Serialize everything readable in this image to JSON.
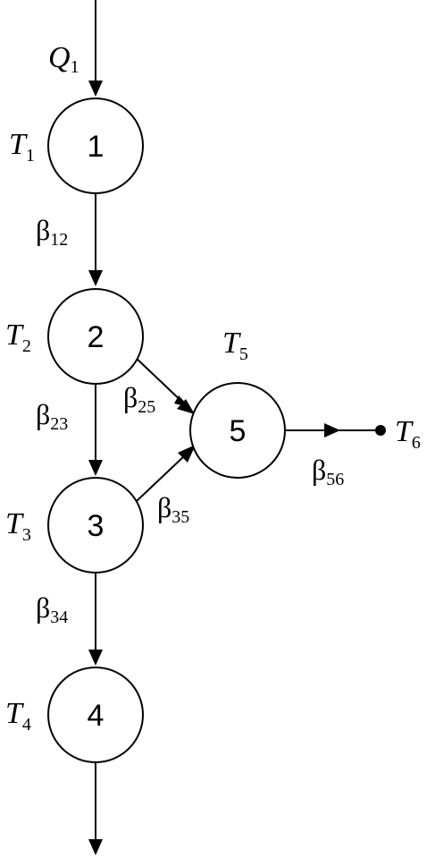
{
  "nodes": [
    {
      "id": "1",
      "label": "1"
    },
    {
      "id": "2",
      "label": "2"
    },
    {
      "id": "3",
      "label": "3"
    },
    {
      "id": "4",
      "label": "4"
    },
    {
      "id": "5",
      "label": "5"
    }
  ],
  "temperature_labels": {
    "t1": {
      "base": "T",
      "sub": "1"
    },
    "t2": {
      "base": "T",
      "sub": "2"
    },
    "t3": {
      "base": "T",
      "sub": "3"
    },
    "t4": {
      "base": "T",
      "sub": "4"
    },
    "t5": {
      "base": "T",
      "sub": "5"
    },
    "t6": {
      "base": "T",
      "sub": "6"
    }
  },
  "heat_input": {
    "base": "Q",
    "sub": "1"
  },
  "edges": [
    {
      "id": "b12",
      "base": "β",
      "sub": "12"
    },
    {
      "id": "b23",
      "base": "β",
      "sub": "23"
    },
    {
      "id": "b25",
      "base": "β",
      "sub": "25"
    },
    {
      "id": "b35",
      "base": "β",
      "sub": "35"
    },
    {
      "id": "b34",
      "base": "β",
      "sub": "34"
    },
    {
      "id": "b56",
      "base": "β",
      "sub": "56"
    }
  ]
}
